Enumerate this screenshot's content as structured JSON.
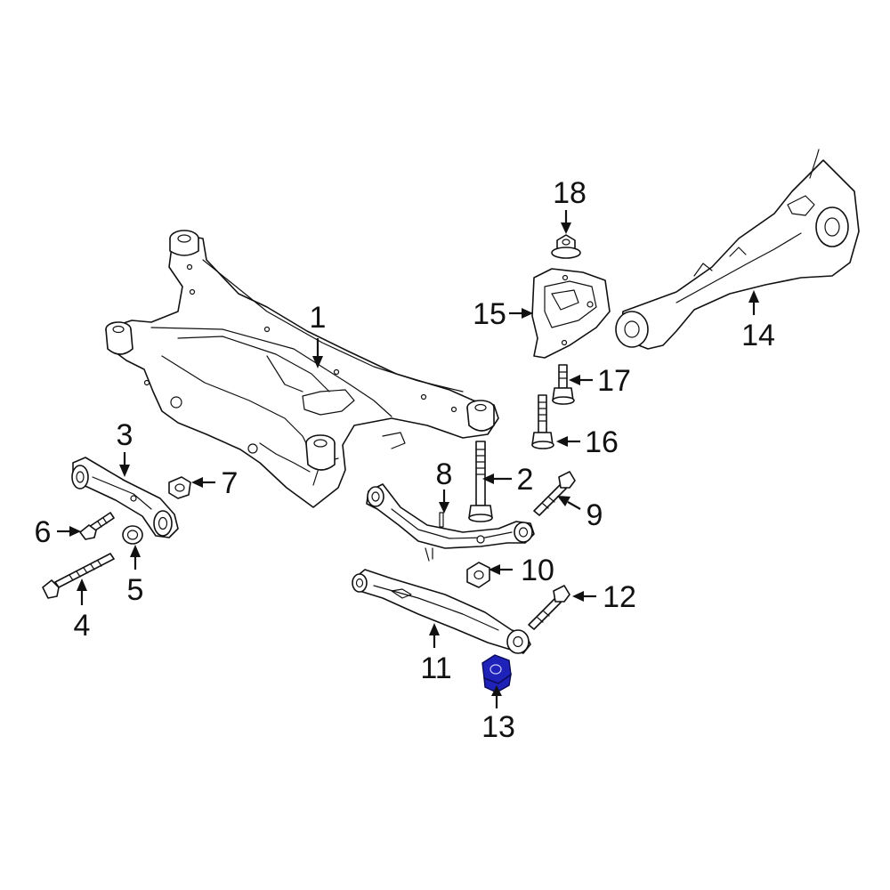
{
  "diagram": {
    "highlight_color": "#1f22b8",
    "line_color": "#111111",
    "highlighted_part": "13",
    "callouts": [
      {
        "id": "c1",
        "label": "1"
      },
      {
        "id": "c2",
        "label": "2"
      },
      {
        "id": "c3",
        "label": "3"
      },
      {
        "id": "c4",
        "label": "4"
      },
      {
        "id": "c5",
        "label": "5"
      },
      {
        "id": "c6",
        "label": "6"
      },
      {
        "id": "c7",
        "label": "7"
      },
      {
        "id": "c8",
        "label": "8"
      },
      {
        "id": "c9",
        "label": "9"
      },
      {
        "id": "c10",
        "label": "10"
      },
      {
        "id": "c11",
        "label": "11"
      },
      {
        "id": "c12",
        "label": "12"
      },
      {
        "id": "c13",
        "label": "13"
      },
      {
        "id": "c14",
        "label": "14"
      },
      {
        "id": "c15",
        "label": "15"
      },
      {
        "id": "c16",
        "label": "16"
      },
      {
        "id": "c17",
        "label": "17"
      },
      {
        "id": "c18",
        "label": "18"
      }
    ]
  }
}
